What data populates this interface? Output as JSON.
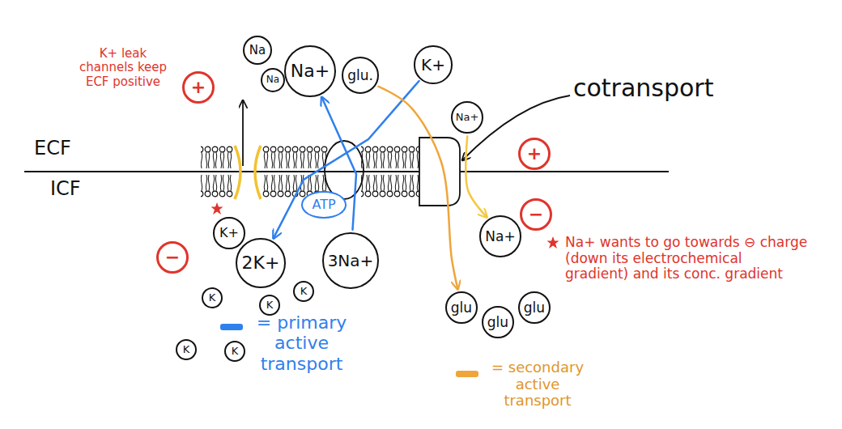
{
  "diagram": {
    "nodes": [
      {
        "text": [
          "+"
        ]
      },
      {
        "text": [
          "Na"
        ]
      },
      {
        "text": [
          "Na"
        ]
      },
      {
        "text": [
          "Na+"
        ]
      },
      {
        "text": [
          "glu."
        ]
      },
      {
        "text": [
          "K+"
        ]
      },
      {
        "text": [
          "Na+"
        ]
      },
      {
        "text": [
          "+"
        ]
      },
      {
        "text": [
          "ATP"
        ]
      },
      {
        "text": [
          "−"
        ]
      },
      {
        "text": [
          "K+"
        ]
      },
      {
        "text": [
          "Na+"
        ]
      },
      {
        "text": [
          "−"
        ]
      },
      {
        "text": [
          "2K+"
        ]
      },
      {
        "text": [
          "3Na+"
        ]
      },
      {
        "text": [
          "K"
        ]
      },
      {
        "text": [
          "K"
        ]
      },
      {
        "text": [
          "K"
        ]
      },
      {
        "text": [
          "glu"
        ]
      },
      {
        "text": [
          "glu"
        ]
      },
      {
        "text": [
          "glu"
        ]
      },
      {
        "text": [
          "K"
        ]
      },
      {
        "text": [
          "K"
        ]
      }
    ],
    "edges": [
      {
        "from": 14,
        "to": 3,
        "arrow": "to"
      },
      {
        "from": 5,
        "to": 13,
        "arrow": "to"
      },
      {
        "from": 4,
        "to": 18,
        "arrow": "to"
      },
      {
        "from": 6,
        "to": 11,
        "arrow": "to"
      }
    ],
    "labels": [
      "K+ leak channels keep ECF positive",
      "ECF",
      "ICF",
      "cotransport",
      "Na+ wants to go towards ⊖ charge (down its electrochemical gradient) and its conc. gradient"
    ],
    "legend": [
      {
        "text": "= primary active transport",
        "color": "#2f80ed"
      },
      {
        "text": "= secondary active transport",
        "color": "#f0a53a"
      }
    ]
  }
}
